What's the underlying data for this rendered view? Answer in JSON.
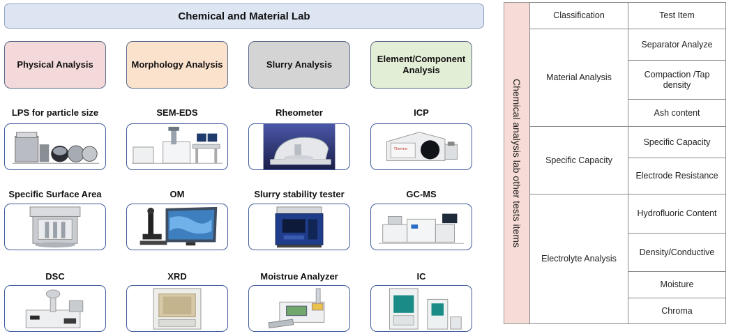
{
  "title": "Chemical and Material Lab",
  "categories": [
    "Physical Analysis",
    "Morphology Analysis",
    "Slurry Analysis",
    "Element/Component Analysis"
  ],
  "equipment": [
    "LPS for particle size",
    "SEM-EDS",
    "Rheometer",
    "ICP",
    "Specific  Surface Area",
    "OM",
    "Slurry stability tester",
    "GC-MS",
    "DSC",
    "XRD",
    "Moistrue Analyzer",
    "IC"
  ],
  "image_icons": [
    "particle-size-analyzer-image",
    "sem-eds-image",
    "rheometer-image",
    "icp-image",
    "surface-area-analyzer-image",
    "optical-microscope-image",
    "slurry-stability-tester-image",
    "gc-ms-image",
    "dsc-image",
    "xrd-image",
    "moisture-analyzer-image",
    "ion-chromatograph-image"
  ],
  "side_label": "Chemical analysis lab  other tests items",
  "table": {
    "header": {
      "classification": "Classification",
      "test_item": "Test Item"
    },
    "groups": [
      {
        "name": "Material  Analysis",
        "items": [
          "Separator Analyze",
          "Compaction /Tap density",
          "Ash content"
        ]
      },
      {
        "name": "Specific Capacity",
        "items": [
          "Specific Capacity",
          "Electrode Resistance"
        ]
      },
      {
        "name": "Electrolyte Analysis",
        "items": [
          "Hydrofluoric Content",
          "Density/Conductive",
          "Moisture",
          "Chroma"
        ]
      }
    ]
  },
  "colors": {
    "title_bg": "#dde5f3",
    "physical": "#f3d9d9",
    "morphology": "#fbe2cd",
    "slurry": "#d4d4d4",
    "element": "#e3eed6",
    "side_panel": "#f6dbd6",
    "image_border": "#3f5a9a"
  }
}
